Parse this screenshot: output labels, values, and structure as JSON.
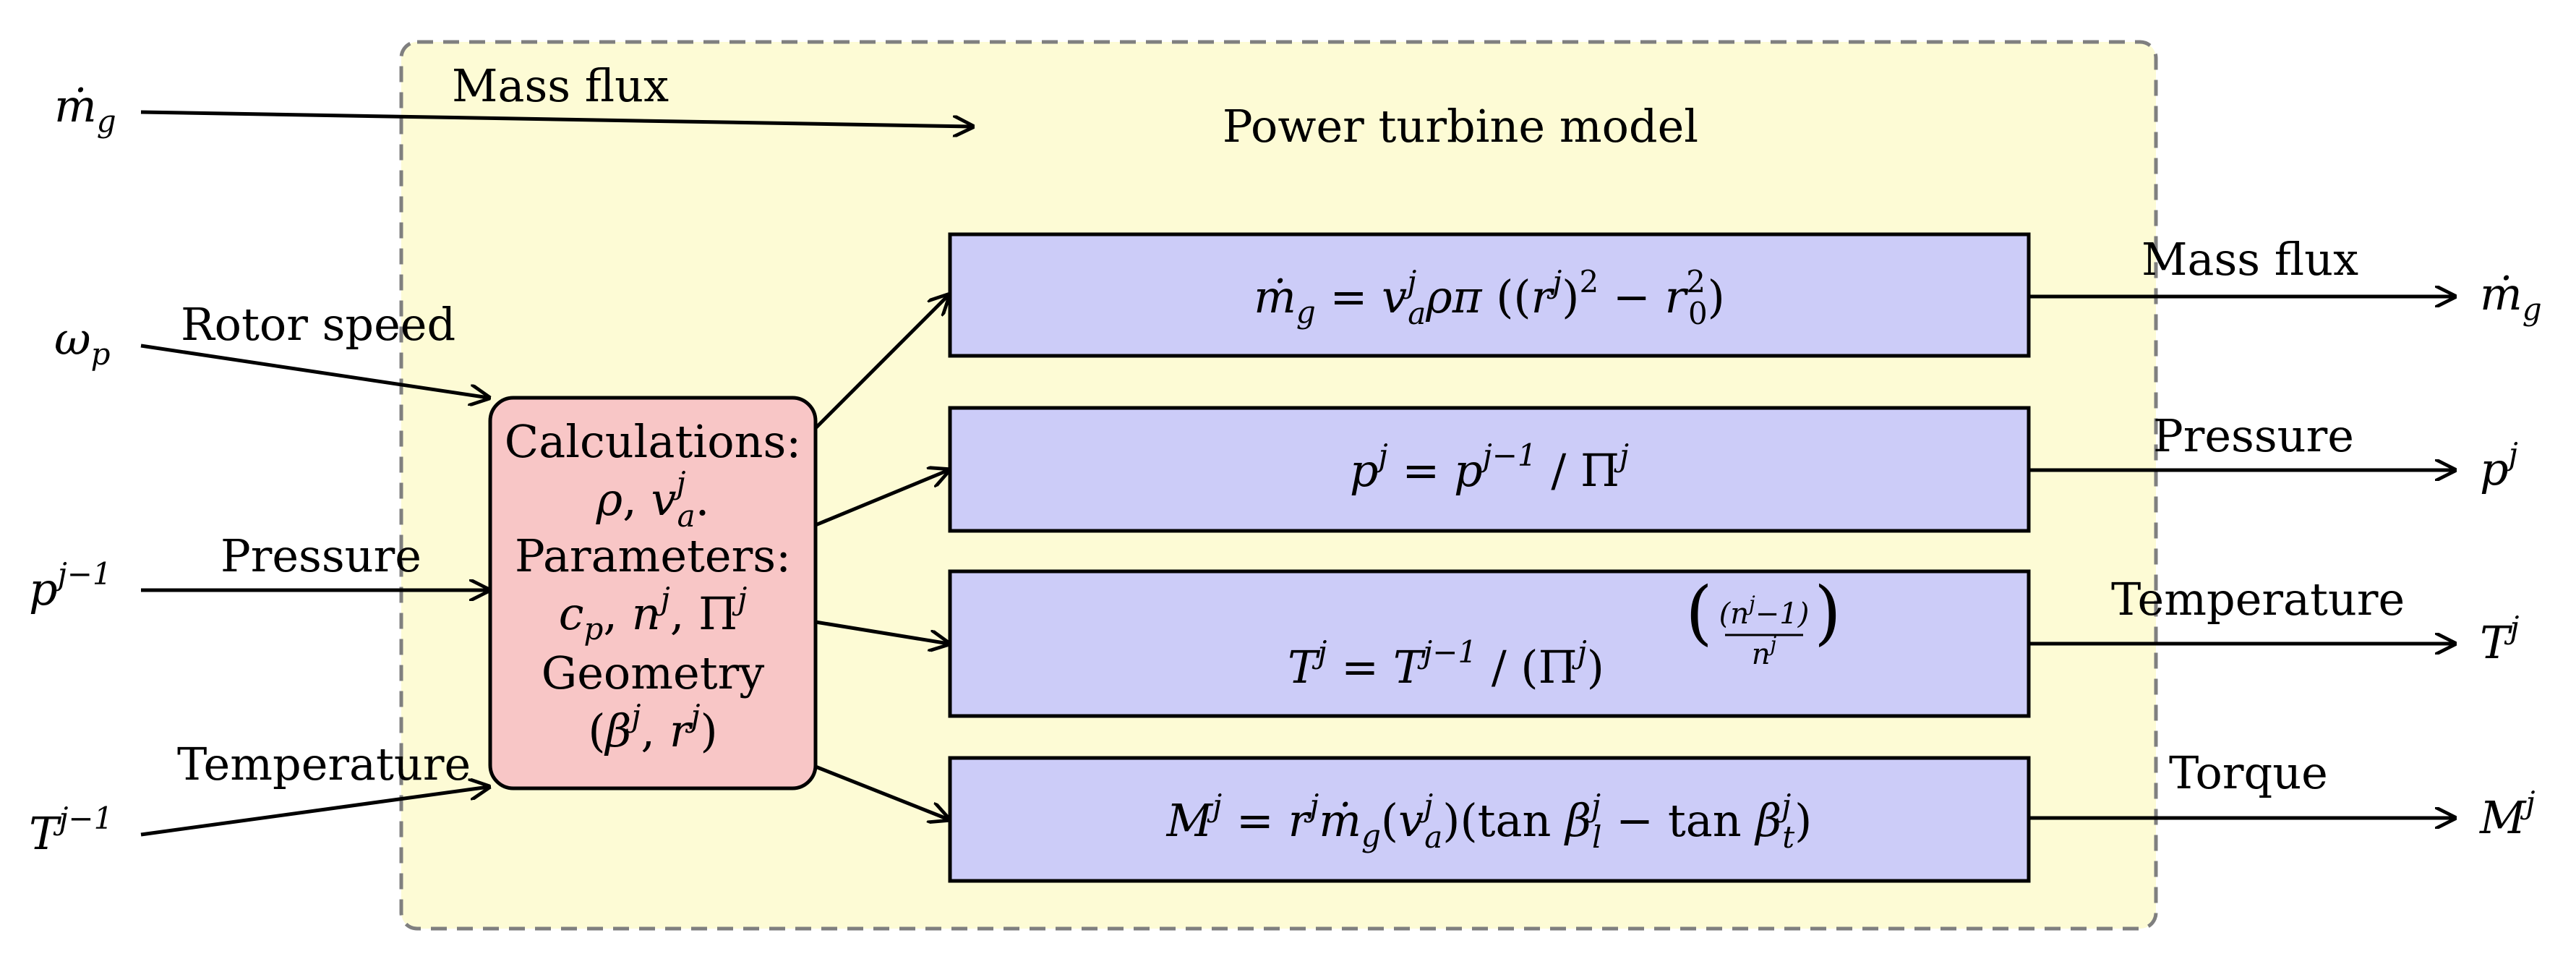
{
  "title": "Power turbine model",
  "colors": {
    "container_fill": "#fdfbd5",
    "container_stroke": "#7f7f7f",
    "calc_fill": "#f8c6c6",
    "eq_fill": "#ccccf8",
    "stroke": "#000000"
  },
  "inputs": {
    "mass_flux": {
      "symbol": "ṁ",
      "sub": "g",
      "label": "Mass flux"
    },
    "rotor_speed": {
      "symbol": "ω",
      "sub": "p",
      "label": "Rotor speed"
    },
    "pressure": {
      "symbol": "p",
      "sup": "j−1",
      "label": "Pressure"
    },
    "temperature": {
      "symbol": "T",
      "sup": "j−1",
      "label": "Temperature"
    }
  },
  "calc_box": {
    "line1": "Calculations:",
    "line2_rho": "ρ",
    "line2_sep": ", ",
    "line2_v": "v",
    "line2_v_sup": "j",
    "line2_v_sub": "a",
    "line2_end": ".",
    "line3": "Parameters:",
    "line4_c": "c",
    "line4_c_sub": "p",
    "line4_sep1": ", ",
    "line4_n": "n",
    "line4_n_sup": "j",
    "line4_sep2": ", ",
    "line4_pi": "Π",
    "line4_pi_sup": "j",
    "line5": "Geometry",
    "line6_open": "(",
    "line6_beta": "β",
    "line6_beta_sup": "j",
    "line6_sep": ", ",
    "line6_r": "r",
    "line6_r_sup": "j",
    "line6_close": ")"
  },
  "equations": {
    "mass_flux": {
      "m": "ṁ",
      "m_sub": "g",
      "eq": " = ",
      "v": "v",
      "v_sup": "j",
      "v_sub": "a",
      "rho_pi": "ρπ",
      "paren_open": " ((",
      "r": "r",
      "r_sup": "j",
      "paren_mid": ")",
      "sq": "2",
      "minus": " − ",
      "r0": "r",
      "r0_sub": "0",
      "r0_sup": "2",
      "paren_close": ")"
    },
    "pressure": {
      "p": "p",
      "p_sup": "j",
      "eq": " = ",
      "p2": "p",
      "p2_sup": "j−1",
      "div": " / ",
      "pi": "Π",
      "pi_sup": "j"
    },
    "temperature": {
      "t": "T",
      "t_sup": "j",
      "eq": " = ",
      "t2": "T",
      "t2_sup": "j−1",
      "div": " / ",
      "pi": "Π",
      "pi_sup": "j",
      "frac_num": "(n",
      "frac_num_sup": "j",
      "frac_num_end": "−1)",
      "frac_den": "n",
      "frac_den_sup": "j"
    },
    "torque": {
      "m": "M",
      "m_sup": "j",
      "eq": " = ",
      "r": "r",
      "r_sup": "j",
      "mdot": "ṁ",
      "mdot_sub": "g",
      "open": "(",
      "v": "v",
      "v_sup": "j",
      "v_sub": "a",
      "close": ")",
      "open2": "(tan ",
      "beta1": "β",
      "beta1_sup": "j",
      "beta1_sub": "l",
      "minus": " − tan ",
      "beta2": "β",
      "beta2_sup": "j",
      "beta2_sub": "t",
      "close2": ")"
    }
  },
  "outputs": {
    "mass_flux": {
      "symbol": "ṁ",
      "sub": "g",
      "label": "Mass flux"
    },
    "pressure": {
      "symbol": "p",
      "sup": "j",
      "label": "Pressure"
    },
    "temperature": {
      "symbol": "T",
      "sup": "j",
      "label": "Temperature"
    },
    "torque": {
      "symbol": "M",
      "sup": "j",
      "label": "Torque"
    }
  }
}
